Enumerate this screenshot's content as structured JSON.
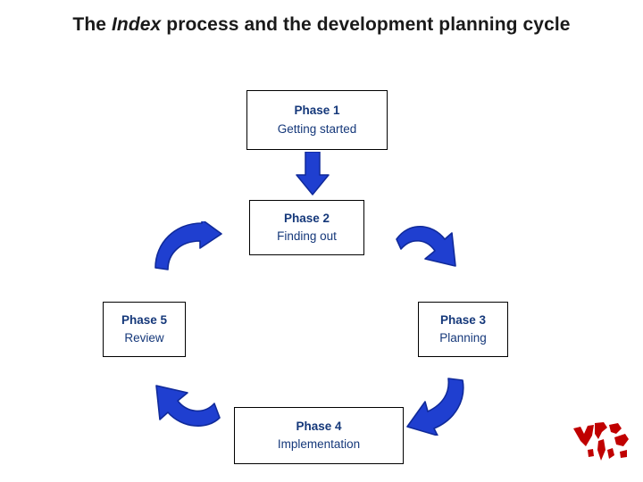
{
  "slide": {
    "title_part1": "The ",
    "title_emphasis": "Index",
    "title_part2": " process and the development planning cycle",
    "title_full": "The Index process and the development planning cycle"
  },
  "diagram": {
    "type": "cycle",
    "phases": [
      {
        "id": "phase-1",
        "title": "Phase 1",
        "subtitle": "Getting started"
      },
      {
        "id": "phase-2",
        "title": "Phase 2",
        "subtitle": "Finding out"
      },
      {
        "id": "phase-3",
        "title": "Phase 3",
        "subtitle": "Planning"
      },
      {
        "id": "phase-4",
        "title": "Phase 4",
        "subtitle": "Implementation"
      },
      {
        "id": "phase-5",
        "title": "Phase 5",
        "subtitle": "Review"
      }
    ],
    "arrows": [
      {
        "id": "arrow-1",
        "from": "phase-1",
        "to": "phase-2",
        "direction": "down"
      },
      {
        "id": "arrow-2",
        "from": "phase-2",
        "to": "phase-3",
        "direction": "curve-down-right"
      },
      {
        "id": "arrow-3",
        "from": "phase-3",
        "to": "phase-4",
        "direction": "curve-down-left"
      },
      {
        "id": "arrow-4",
        "from": "phase-4",
        "to": "phase-5",
        "direction": "curve-up-left"
      },
      {
        "id": "arrow-5",
        "from": "phase-5",
        "to": "phase-2",
        "direction": "curve-up-right"
      }
    ],
    "colors": {
      "arrow_fill": "#1f3fd0",
      "arrow_stroke": "#102a9a",
      "text": "#15387a",
      "box_border": "#000000",
      "box_background": "#ffffff",
      "title_text": "#1a1a1a",
      "logo_red": "#c00000"
    }
  },
  "logo": {
    "name": "world-map-logo"
  }
}
